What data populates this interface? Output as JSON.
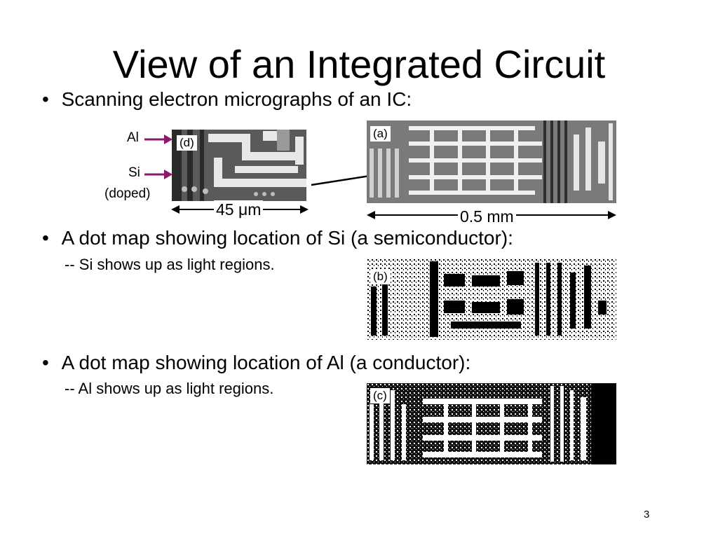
{
  "slide": {
    "title": "View of an Integrated Circuit",
    "page_number": "3"
  },
  "bullets": [
    {
      "marker": "•",
      "text": "Scanning electron micrographs of an IC:"
    },
    {
      "marker": "•",
      "text": "A dot map showing location of Si (a semiconductor):",
      "note": "-- Si shows up as light regions."
    },
    {
      "marker": "•",
      "text": "A dot map showing location of Al (a conductor):",
      "note": "-- Al shows up as light regions."
    }
  ],
  "figures": {
    "d": {
      "label": "(d)",
      "scale": "45 μm",
      "arrow_labels": {
        "al": "Al",
        "si": "Si",
        "si_note": "(doped)"
      }
    },
    "a": {
      "label": "(a)",
      "scale": "0.5 mm"
    },
    "b": {
      "label": "(b)"
    },
    "c": {
      "label": "(c)"
    }
  },
  "colors": {
    "annotation_arrow": "#8b1a6b",
    "text": "#000000",
    "background": "#ffffff"
  }
}
